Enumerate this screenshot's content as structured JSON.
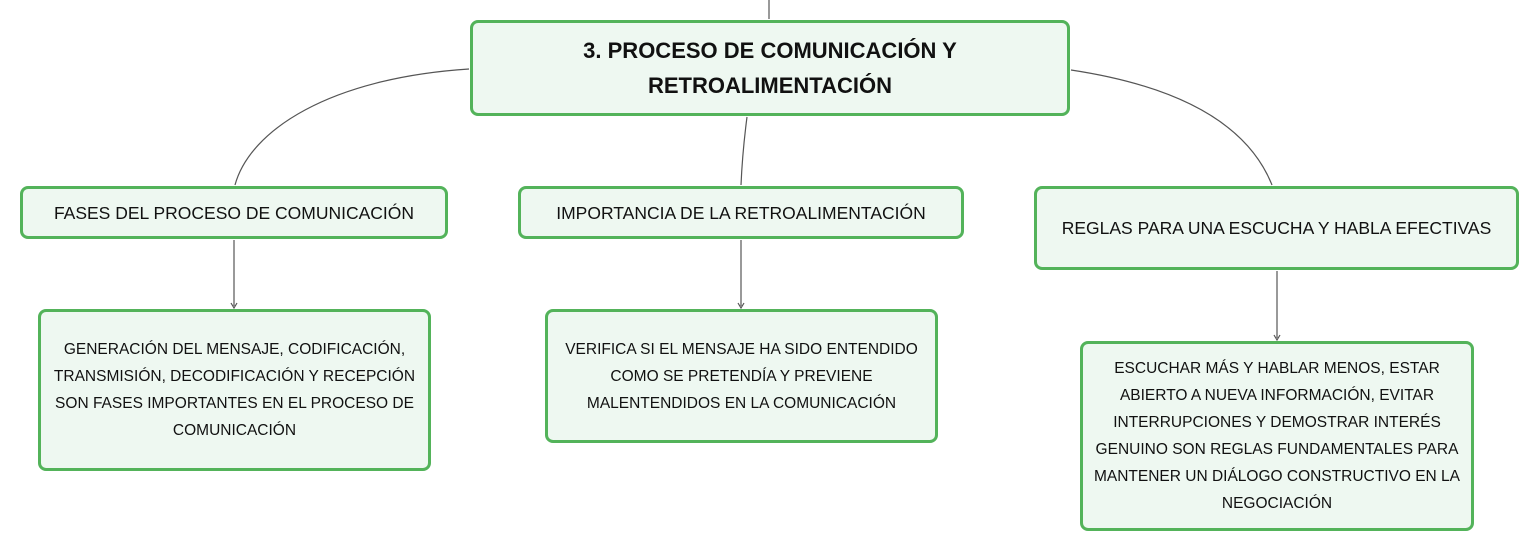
{
  "root": {
    "label": "3. PROCESO DE COMUNICACIÓN Y RETROALIMENTACIÓN"
  },
  "branches": [
    {
      "label": "FASES DEL PROCESO DE COMUNICACIÓN",
      "detail": "GENERACIÓN DEL MENSAJE, CODIFICACIÓN, TRANSMISIÓN, DECODIFICACIÓN Y RECEPCIÓN SON FASES IMPORTANTES EN EL PROCESO DE COMUNICACIÓN"
    },
    {
      "label": "IMPORTANCIA DE LA RETROALIMENTACIÓN",
      "detail": "VERIFICA SI EL MENSAJE HA SIDO ENTENDIDO COMO SE PRETENDÍA Y PREVIENE MALENTENDIDOS EN LA COMUNICACIÓN"
    },
    {
      "label": "REGLAS PARA UNA ESCUCHA Y HABLA EFECTIVAS",
      "detail": "ESCUCHAR MÁS Y HABLAR MENOS, ESTAR ABIERTO A NUEVA INFORMACIÓN, EVITAR INTERRUPCIONES Y DEMOSTRAR INTERÉS GENUINO SON REGLAS FUNDAMENTALES PARA MANTENER UN DIÁLOGO CONSTRUCTIVO EN LA NEGOCIACIÓN"
    }
  ],
  "colors": {
    "node_fill": "#eef8f1",
    "node_border": "#53b35a",
    "connector": "#555555",
    "text": "#111111"
  }
}
